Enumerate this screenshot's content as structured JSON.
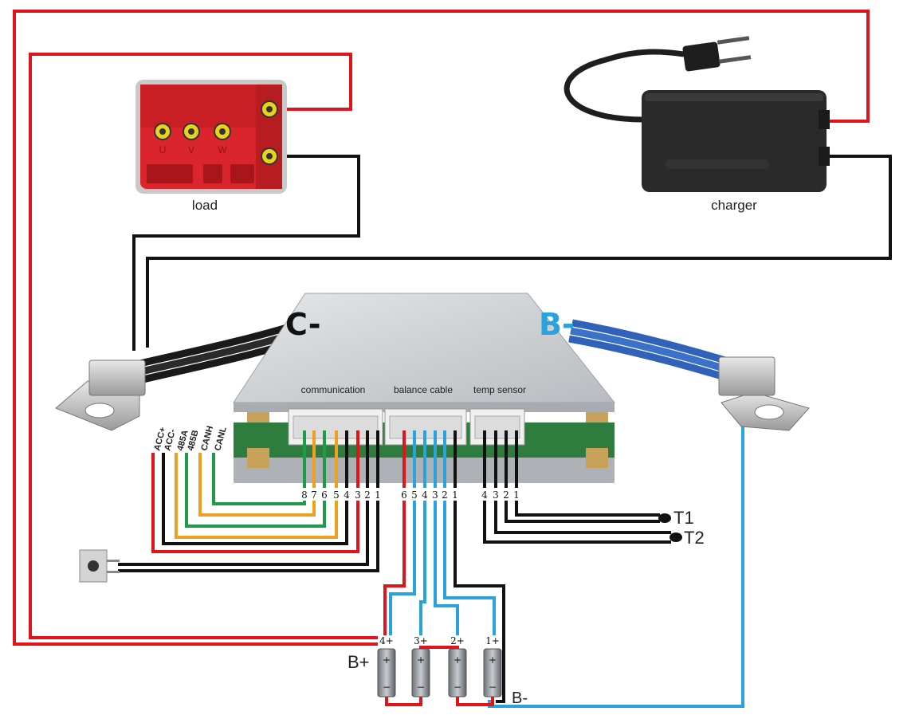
{
  "labels": {
    "load": "load",
    "charger": "charger",
    "c_minus": "C-",
    "b_minus_top": "B-",
    "communication": "communication",
    "balance_cable": "balance cable",
    "temp_sensor": "temp sensor",
    "t1": "T1",
    "t2": "T2",
    "b_plus": "B+",
    "b_minus_bottom": "B-",
    "load_u": "U",
    "load_v": "V",
    "load_w": "W"
  },
  "comm_signals": [
    "ACC+",
    "ACC-",
    "485A",
    "485B",
    "CANH",
    "CANL"
  ],
  "comm_pins": [
    "8",
    "7",
    "6",
    "5",
    "4",
    "3",
    "2",
    "1"
  ],
  "balance_pins": [
    "6",
    "5",
    "4",
    "3",
    "2",
    "1"
  ],
  "temp_pins": [
    "4",
    "3",
    "2",
    "1"
  ],
  "cell_labels": [
    "4+",
    "3+",
    "2+",
    "1+"
  ],
  "cell_signs": {
    "plus": "+",
    "minus": "−"
  },
  "colors": {
    "red": "#e0141b",
    "black": "#111111",
    "blue": "#29a3dc",
    "green": "#1f9a48",
    "orange": "#f0a020",
    "load_body": "#d9252b",
    "charger_body": "#2a2a2a",
    "bms_plate": "#c9ccd0",
    "pcb": "#2f7d3e"
  }
}
